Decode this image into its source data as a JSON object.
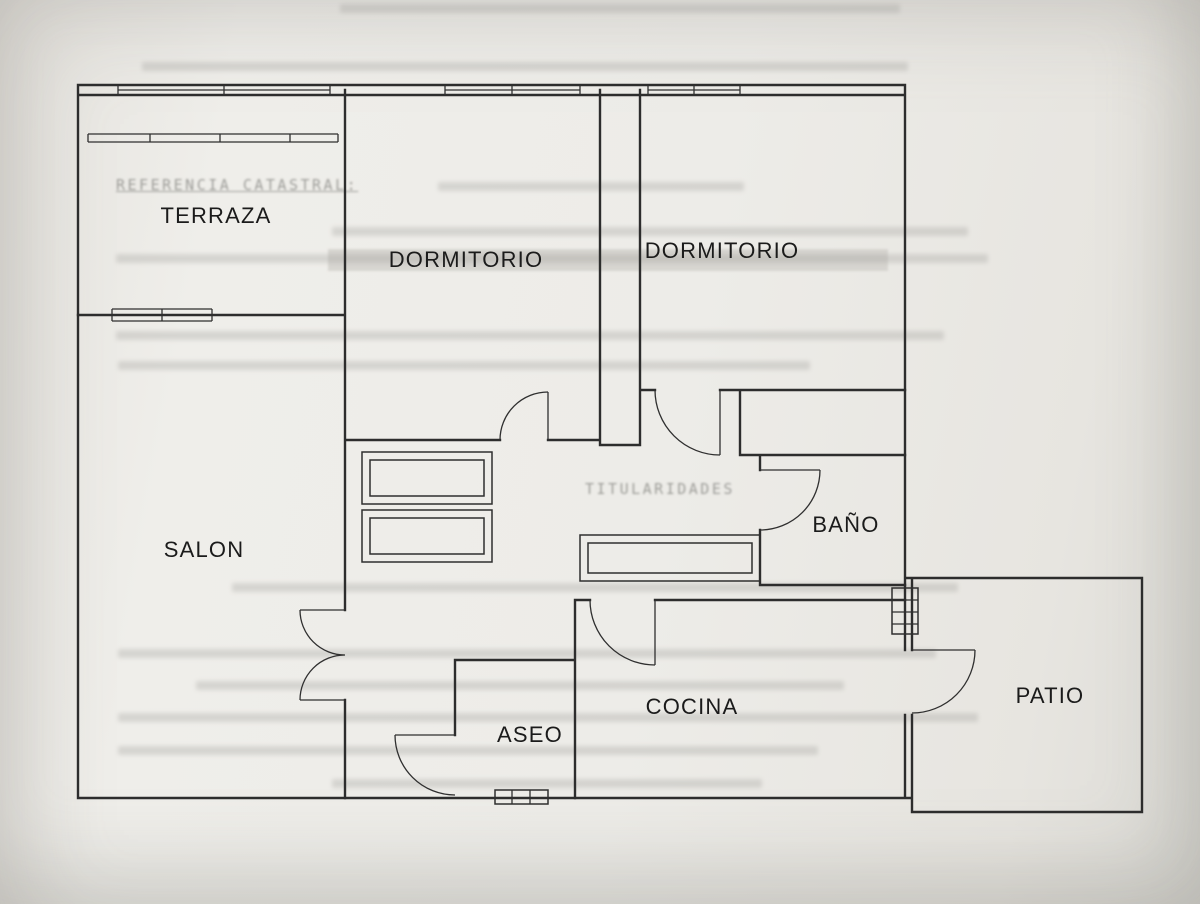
{
  "document": {
    "kind": "scanned apartment floor plan",
    "paper_color": "#edece8",
    "ink_color": "#2d2d2d"
  },
  "floor_plan": {
    "rooms": [
      {
        "id": "terraza",
        "label": "TERRAZA"
      },
      {
        "id": "dormitorio-left",
        "label": "DORMITORIO"
      },
      {
        "id": "dormitorio-right",
        "label": "DORMITORIO"
      },
      {
        "id": "salon",
        "label": "SALON"
      },
      {
        "id": "bano",
        "label": "BAÑO"
      },
      {
        "id": "cocina",
        "label": "COCINA"
      },
      {
        "id": "aseo",
        "label": "ASEO"
      },
      {
        "id": "patio",
        "label": "PATIO"
      }
    ]
  },
  "bleed_through": {
    "referencia_line": "REFERENCIA CATASTRAL:",
    "titularidades_line": "TITULARIDADES"
  }
}
